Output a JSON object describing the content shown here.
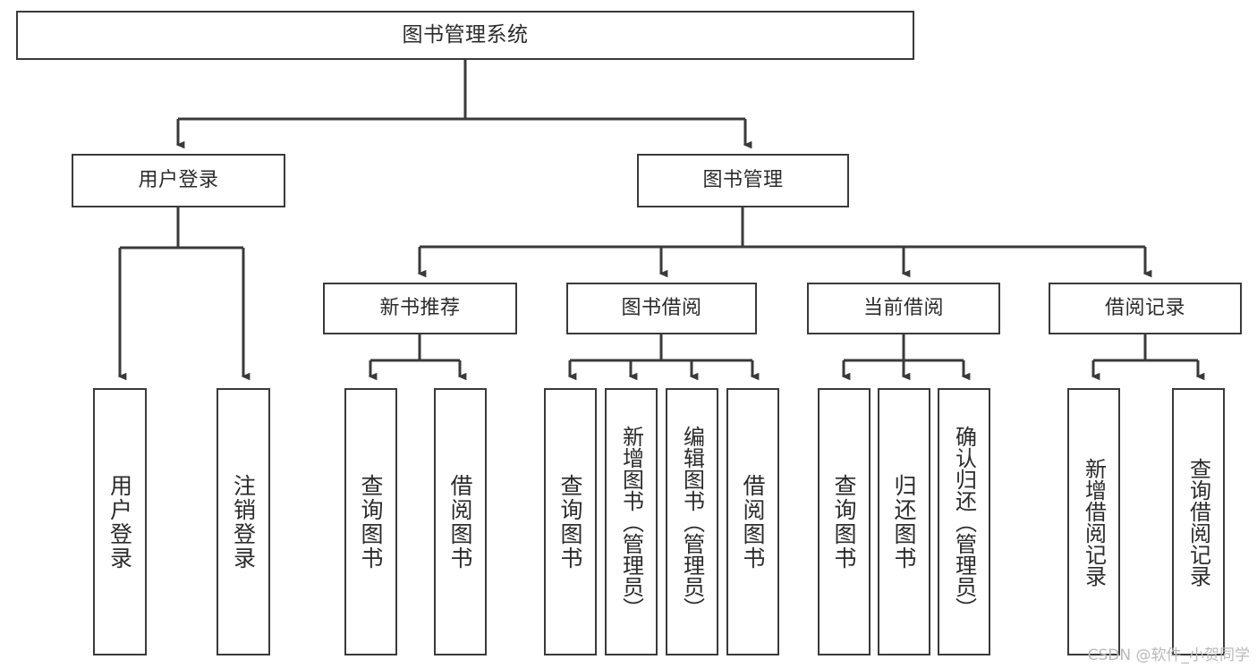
{
  "diagram": {
    "type": "tree-hierarchy",
    "title": "图书管理系统",
    "stroke_color": "#3a3a3a",
    "text_color": "#2b2b2b",
    "background_color": "#ffffff",
    "watermark": "CSDN @软件_小贺同学"
  },
  "nodes": {
    "root": {
      "label": "图书管理系统"
    },
    "level2": [
      {
        "label": "用户登录"
      },
      {
        "label": "图书管理"
      }
    ],
    "level3": [
      {
        "label": "新书推荐"
      },
      {
        "label": "图书借阅"
      },
      {
        "label": "当前借阅"
      },
      {
        "label": "借阅记录"
      }
    ],
    "leaves_user_login": [
      {
        "label": "用户登录"
      },
      {
        "label": "注销登录"
      }
    ],
    "leaves_new_books": [
      {
        "label": "查询图书"
      },
      {
        "label": "借阅图书"
      }
    ],
    "leaves_borrow": [
      {
        "label": "查询图书"
      },
      {
        "label": "新增图书（管理员）"
      },
      {
        "label": "编辑图书（管理员）"
      },
      {
        "label": "借阅图书"
      }
    ],
    "leaves_current": [
      {
        "label": "查询图书"
      },
      {
        "label": "归还图书"
      },
      {
        "label": "确认归还（管理员）"
      }
    ],
    "leaves_records": [
      {
        "label": "新增借阅记录"
      },
      {
        "label": "查询借阅记录"
      }
    ]
  }
}
